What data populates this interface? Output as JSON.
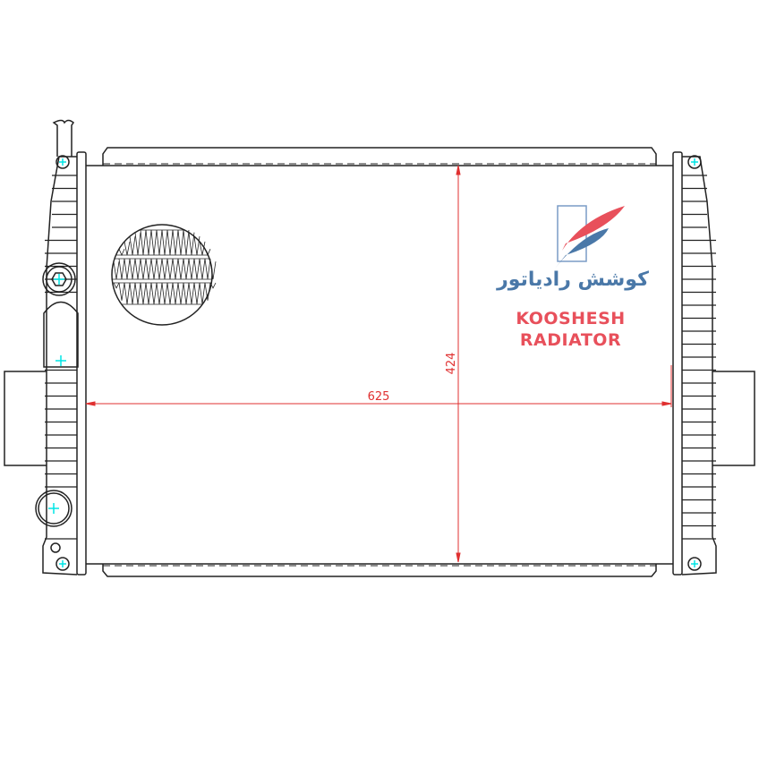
{
  "drawing": {
    "width_dimension": "625",
    "height_dimension": "424",
    "dimension_color": "#e03030",
    "line_color": "#222222",
    "marker_color": "#00e5e5"
  },
  "logo": {
    "persian_name": "کوشش رادیاتور",
    "line1": "KOOSHESH",
    "line2": "RADIATOR",
    "red": "#e8505b",
    "blue": "#4a78a8"
  }
}
